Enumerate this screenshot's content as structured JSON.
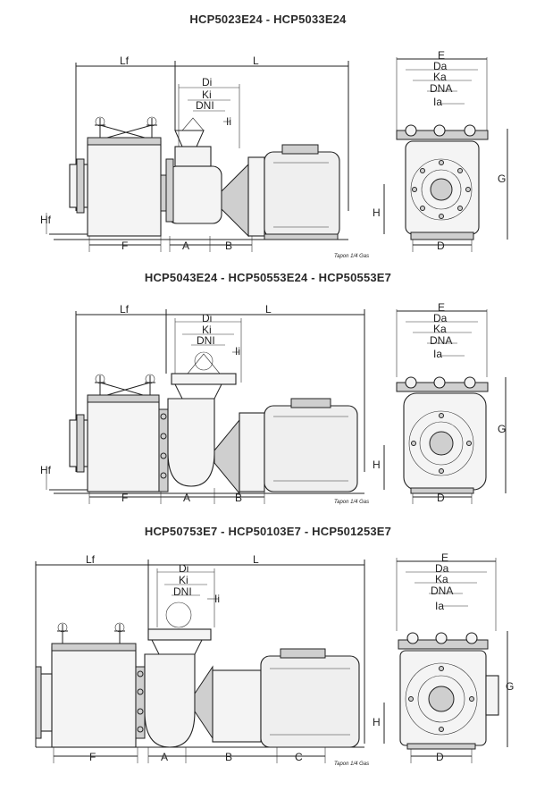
{
  "sections": [
    {
      "title": "HCP5023E24 - HCP5033E24",
      "side_labels": {
        "lf": "Lf",
        "l": "L",
        "di": "Di",
        "ki": "Ki",
        "dni": "DNI",
        "ii": "Ii",
        "hf": "Hf",
        "h": "H",
        "f": "F",
        "a": "A",
        "b": "B"
      },
      "front_labels": {
        "e": "E",
        "da": "Da",
        "ka": "Ka",
        "dna": "DNA",
        "ia": "Ia",
        "g": "G",
        "d": "D"
      },
      "note": "Tapon 1/4 Gas"
    },
    {
      "title": "HCP5043E24 - HCP50553E24 - HCP50553E7",
      "side_labels": {
        "lf": "Lf",
        "l": "L",
        "di": "Di",
        "ki": "Ki",
        "dni": "DNI",
        "ii": "Ii",
        "hf": "Hf",
        "h": "H",
        "f": "F",
        "a": "A",
        "b": "B"
      },
      "front_labels": {
        "e": "E",
        "da": "Da",
        "ka": "Ka",
        "dna": "DNA",
        "ia": "Ia",
        "g": "G",
        "d": "D"
      },
      "note": "Tapon 1/4 Gas"
    },
    {
      "title": "HCP50753E7 - HCP50103E7 - HCP501253E7",
      "side_labels": {
        "lf": "Lf",
        "l": "L",
        "di": "Di",
        "ki": "Ki",
        "dni": "DNI",
        "ii": "Ii",
        "h": "H",
        "f": "F",
        "a": "A",
        "b": "B",
        "c": "C"
      },
      "front_labels": {
        "e": "E",
        "da": "Da",
        "ka": "Ka",
        "dna": "DNA",
        "ia": "Ia",
        "g": "G",
        "d": "D"
      },
      "note": "Tapon 1/4 Gas"
    }
  ]
}
